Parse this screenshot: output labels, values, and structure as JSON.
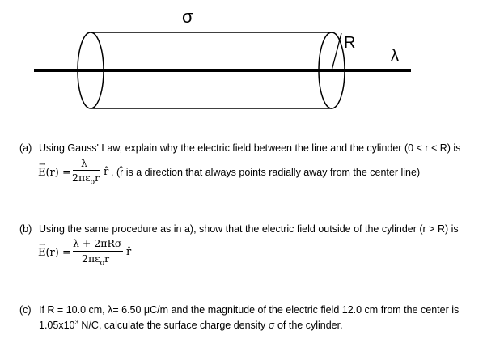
{
  "figure": {
    "sigma_label": "σ",
    "radius_label": "R",
    "lambda_label": "λ"
  },
  "part_a": {
    "prefix": "(a)",
    "text": "Using Gauss' Law, explain why the electric field between the line and the cylinder (0 < r < R) is",
    "eq_lhs": "E(r) =",
    "eq_num": "λ",
    "eq_den": "2πε",
    "eq_den_sub": "o",
    "eq_den_r": "r",
    "eq_rhat": "r̂",
    "eq_note": ". (r̂ is a direction that always points radially away from the center line)"
  },
  "part_b": {
    "prefix": "(b)",
    "text": "Using the same procedure as in a), show that the electric field outside of the cylinder (r > R) is",
    "eq_lhs": "E(r) =",
    "eq_num": "λ + 2πRσ",
    "eq_den": "2πε",
    "eq_den_sub": "o",
    "eq_den_r": "r",
    "eq_rhat": "r̂"
  },
  "part_c": {
    "prefix": "(c)",
    "line1": "If R = 10.0 cm, λ= 6.50 μC/m and the magnitude of the electric field 12.0 cm from the center is",
    "line2_pre": "1.05x10",
    "line2_sup": "3",
    "line2_post": " N/C, calculate the surface charge density σ of the cylinder."
  }
}
